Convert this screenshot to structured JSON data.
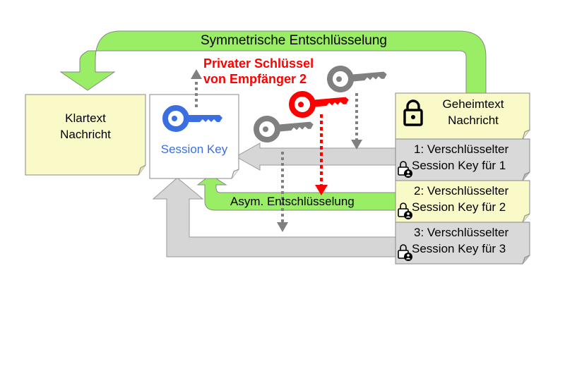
{
  "arrows": {
    "symmetric_label": "Symmetrische Entschlüsselung",
    "asymmetric_label": "Asym. Entschlüsselung"
  },
  "private_key_label": {
    "line1": "Privater Schlüssel",
    "line2": "von Empfänger 2",
    "color": "#ff0000"
  },
  "plaintext_note": {
    "line1": "Klartext",
    "line2": "Nachricht"
  },
  "session_key_note": {
    "label": "Session Key",
    "color": "#3b6fe0"
  },
  "ciphertext_note": {
    "line1": "Geheimtext",
    "line2": "Nachricht"
  },
  "encrypted_session_keys": [
    {
      "line1": "1: Verschlüsselter",
      "line2": "Session Key für 1",
      "highlight": false
    },
    {
      "line1": "2: Verschlüsselter",
      "line2": "Session Key für 2",
      "highlight": true
    },
    {
      "line1": "3: Verschlüsselter",
      "line2": "Session Key für 3",
      "highlight": false
    }
  ],
  "colors": {
    "note_yellow": "#fafac8",
    "note_gray": "#d9d9d9",
    "arrow_green": "#99ee66",
    "arrow_gray": "#d6d6d6",
    "key_gray": "#808080",
    "key_red": "#ff0000",
    "key_blue": "#3b6fe0"
  },
  "icons": [
    "key-icon",
    "padlock-icon",
    "lock-person-icon"
  ]
}
